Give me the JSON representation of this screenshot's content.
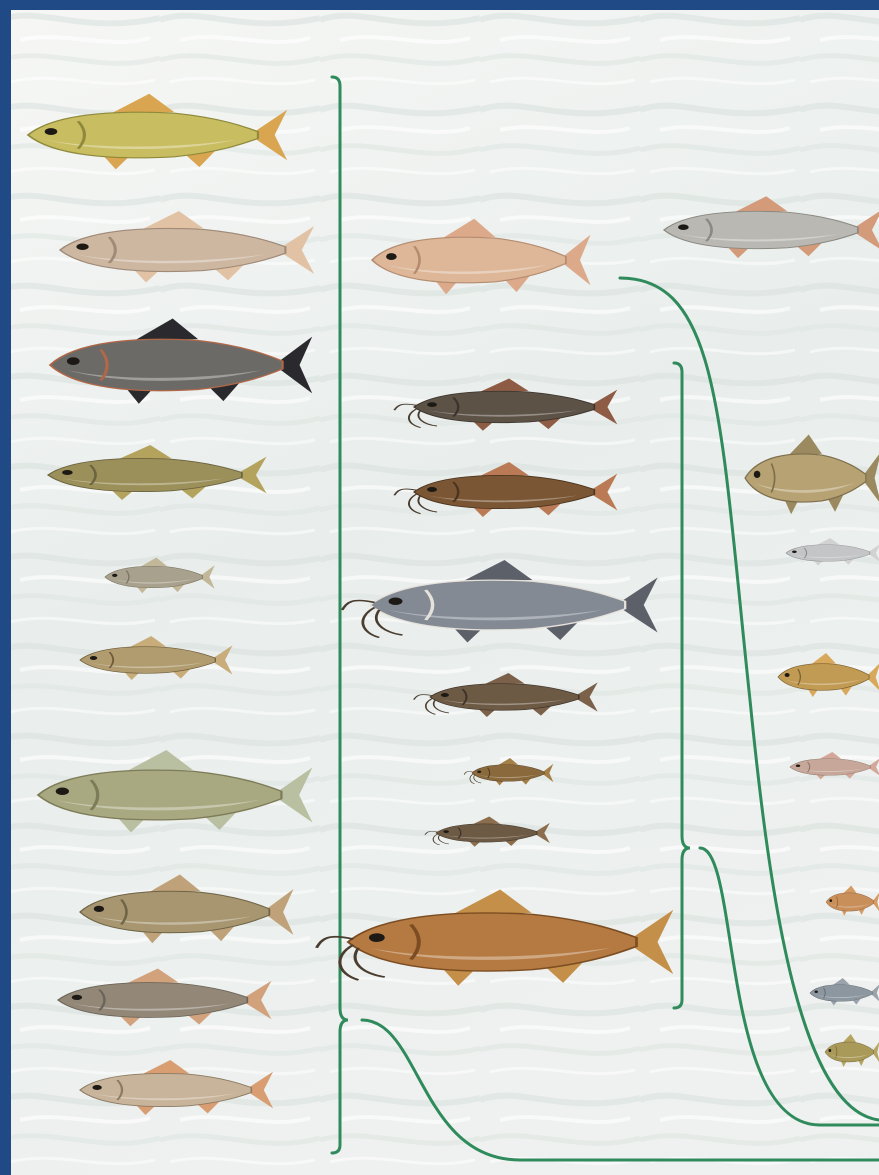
{
  "colors": {
    "frame": "#1f4a86",
    "water_light": "#f4f6f3",
    "water_shade": "#dde4e1",
    "bracket": "#2f8a5c"
  },
  "fish": [
    {
      "name": "fish-carp-golden",
      "body": "#c9bd62",
      "fin": "#d9a550",
      "accent": "#8f8a3b"
    },
    {
      "name": "fish-bream-silver",
      "body": "#cdb7a1",
      "fin": "#e2c2a4",
      "accent": "#a08a78"
    },
    {
      "name": "fish-dark-bream",
      "body": "#6b6a66",
      "fin": "#2a2a2e",
      "accent": "#b06848"
    },
    {
      "name": "fish-olive-sucker",
      "body": "#9b8f5a",
      "fin": "#b3a35d",
      "accent": "#6c6440"
    },
    {
      "name": "fish-small-minnow",
      "body": "#a8a18d",
      "fin": "#c3b79a",
      "accent": "#7a735f"
    },
    {
      "name": "fish-spotted-loach",
      "body": "#b19c6f",
      "fin": "#c8ad7b",
      "accent": "#6e5b3a"
    },
    {
      "name": "fish-green-chub",
      "body": "#a9a981",
      "fin": "#b9c0a2",
      "accent": "#7d7b58"
    },
    {
      "name": "fish-bronze-barbel",
      "body": "#a79670",
      "fin": "#c0a27a",
      "accent": "#6f6446"
    },
    {
      "name": "fish-grey-dace",
      "body": "#938878",
      "fin": "#d2a27d",
      "accent": "#6d655a"
    },
    {
      "name": "fish-pale-dace",
      "body": "#c8b49a",
      "fin": "#d99d72",
      "accent": "#8c7b64"
    },
    {
      "name": "fish-tan-grouper",
      "body": "#ddb798",
      "fin": "#dca98a",
      "accent": "#b58c70"
    },
    {
      "name": "fish-catfish-1",
      "body": "#5c5246",
      "fin": "#8e5b45",
      "accent": "#3b342c"
    },
    {
      "name": "fish-catfish-2",
      "body": "#7a5634",
      "fin": "#b97a55",
      "accent": "#4c3520"
    },
    {
      "name": "fish-channel-catfish",
      "body": "#838a94",
      "fin": "#5c6068",
      "accent": "#e6e2db"
    },
    {
      "name": "fish-catfish-3",
      "body": "#6d5a45",
      "fin": "#7b614a",
      "accent": "#3e3226"
    },
    {
      "name": "fish-madtom-1",
      "body": "#8a6a3c",
      "fin": "#a57f48",
      "accent": "#4d3a1f"
    },
    {
      "name": "fish-madtom-2",
      "body": "#6d5a44",
      "fin": "#8c6e4e",
      "accent": "#3e3326"
    },
    {
      "name": "fish-striped-catfish",
      "body": "#b57a42",
      "fin": "#c48f48",
      "accent": "#7c4d22"
    },
    {
      "name": "fish-mullet",
      "body": "#b9b8b2",
      "fin": "#d39b7a",
      "accent": "#8a8982"
    },
    {
      "name": "fish-right-carp",
      "body": "#b6a272",
      "fin": "#9b8a5f",
      "accent": "#7d6e4c"
    },
    {
      "name": "fish-right-silverside",
      "body": "#c4c5c6",
      "fin": "#d2d2d2",
      "accent": "#8b8c8d"
    },
    {
      "name": "fish-right-gold",
      "body": "#c19a53",
      "fin": "#d8a95c",
      "accent": "#7a5f31"
    },
    {
      "name": "fish-right-pinkish",
      "body": "#c6a79a",
      "fin": "#d3a79a",
      "accent": "#8d7468"
    },
    {
      "name": "fish-right-orange",
      "body": "#c98f5b",
      "fin": "#d59b64",
      "accent": "#8a5d36"
    },
    {
      "name": "fish-right-bluegrey",
      "body": "#8d97a0",
      "fin": "#9aa3ab",
      "accent": "#5b646c"
    },
    {
      "name": "fish-right-olive",
      "body": "#a99a59",
      "fin": "#b5a561",
      "accent": "#6f6339"
    }
  ]
}
